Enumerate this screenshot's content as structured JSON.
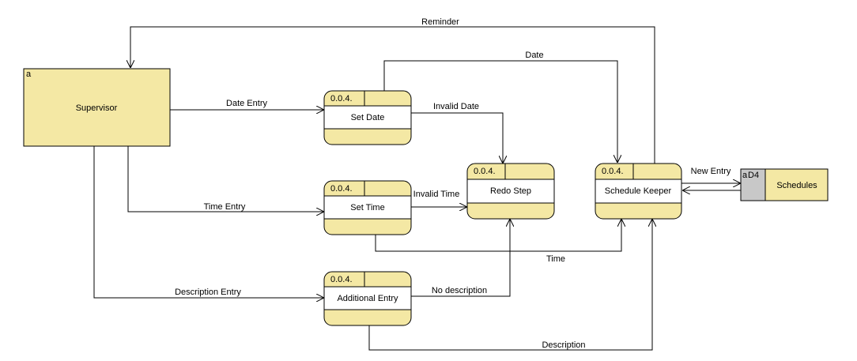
{
  "external_entity": {
    "tag": "a",
    "name": "Supervisor"
  },
  "processes": {
    "set_date": {
      "id": "0.0.4.",
      "name": "Set Date"
    },
    "set_time": {
      "id": "0.0.4.",
      "name": "Set Time"
    },
    "additional_entry": {
      "id": "0.0.4.",
      "name": "Additional Entry"
    },
    "redo_step": {
      "id": "0.0.4.",
      "name": "Redo Step"
    },
    "schedule_keeper": {
      "id": "0.0.4.",
      "name": "Schedule Keeper"
    }
  },
  "data_store": {
    "tag": "a",
    "id": "D4",
    "name": "Schedules"
  },
  "flows": {
    "reminder": "Reminder",
    "date": "Date",
    "date_entry": "Date Entry",
    "invalid_date": "Invalid Date",
    "new_entry": "New Entry",
    "invalid_time": "Invalid Time",
    "time_entry": "Time Entry",
    "time": "Time",
    "description_entry": "Description Entry",
    "no_description": "No description",
    "description": "Description"
  }
}
